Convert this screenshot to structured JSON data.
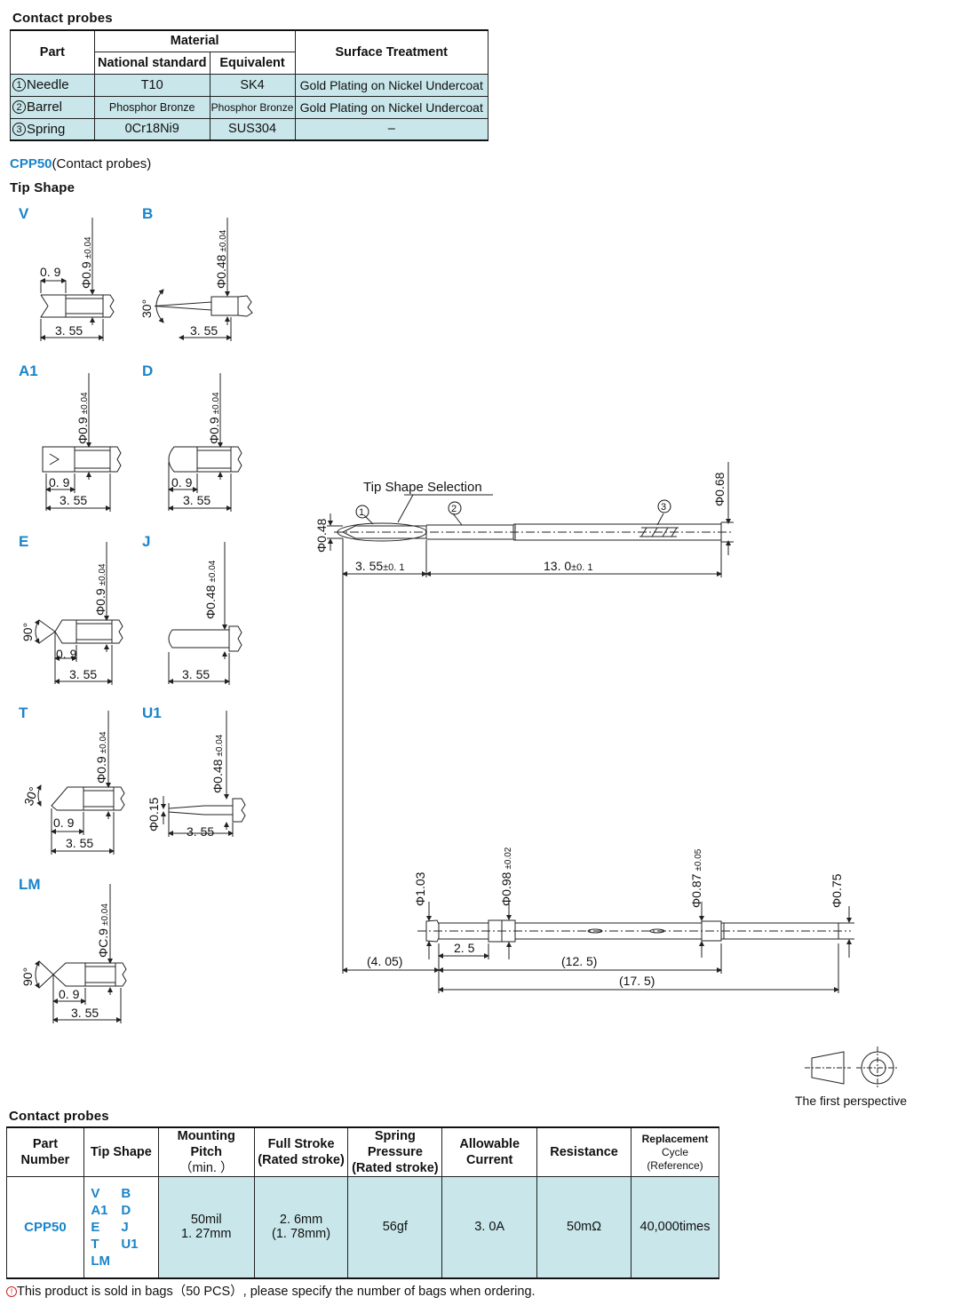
{
  "materials": {
    "title": "Contact probes",
    "headers": {
      "part": "Part",
      "material": "Material",
      "national_standard": "National standard",
      "equivalent": "Equivalent",
      "surface_treatment": "Surface Treatment"
    },
    "rows": [
      {
        "num": "1",
        "part": "Needle",
        "national": "T10",
        "equivalent": "SK4",
        "treatment": "Gold Plating on Nickel Undercoat"
      },
      {
        "num": "2",
        "part": "Barrel",
        "national": "Phosphor Bronze",
        "equivalent": "Phosphor Bronze",
        "treatment": "Gold Plating on Nickel Undercoat"
      },
      {
        "num": "3",
        "part": "Spring",
        "national": "0Cr18Ni9",
        "equivalent": "SUS304",
        "treatment": "–"
      }
    ]
  },
  "product": {
    "code": "CPP50",
    "desc": "(Contact probes)"
  },
  "tip_shape_title": "Tip  Shape",
  "tip_shapes": [
    {
      "letter": "V",
      "dia": "Φ0.9",
      "tol": "±0.04",
      "len": "3. 55",
      "tip": "0. 9"
    },
    {
      "letter": "B",
      "dia": "Φ0.48",
      "tol": "±0.04",
      "len": "3. 55",
      "angle": "30°"
    },
    {
      "letter": "A1",
      "dia": "Φ0.9",
      "tol": "±0.04",
      "len": "3. 55",
      "tip": "0. 9"
    },
    {
      "letter": "D",
      "dia": "Φ0.9",
      "tol": "±0.04",
      "len": "3. 55",
      "tip": "0. 9"
    },
    {
      "letter": "E",
      "dia": "Φ0.9",
      "tol": "±0.04",
      "len": "3. 55",
      "tip": "0. 9",
      "angle": "90°"
    },
    {
      "letter": "J",
      "dia": "Φ0.48",
      "tol": "±0.04",
      "len": "3. 55"
    },
    {
      "letter": "T",
      "dia": "Φ0.9",
      "tol": "±0.04",
      "len": "3. 55",
      "tip": "0. 9",
      "angle": "30°"
    },
    {
      "letter": "U1",
      "dia": "Φ0.48",
      "tol": "±0.04",
      "len": "3. 55",
      "tipdia": "Φ0.15"
    },
    {
      "letter": "LM",
      "dia": "ΦC.9",
      "tol": "±0.04",
      "len": "3. 55",
      "tip": "0. 9",
      "angle": "90°"
    }
  ],
  "main_drawing": {
    "tip_selection_label": "Tip Shape Selection",
    "markers": [
      "1",
      "2",
      "3"
    ],
    "dia_left": "Φ0.48",
    "dia_right": "Φ0.68",
    "len_tip": "3. 55",
    "len_tip_tol": "±0. 1",
    "len_body": "13. 0",
    "len_body_tol": "±0. 1",
    "barrel": {
      "dia_head": "Φ1.03",
      "dia_mid": "Φ0.98",
      "dia_mid_tol": "±0.02",
      "dia_right": "Φ0.87",
      "dia_right_tol": "±0.05",
      "dia_end": "Φ0.75",
      "len_2_5": "2. 5",
      "len_4_05": "(4. 05)",
      "len_12_5": "(12. 5)",
      "len_17_5": "(17. 5)"
    }
  },
  "perspective_label": "The first perspective",
  "spec": {
    "title": "Contact probes",
    "headers": {
      "part_number": "Part Number",
      "tip_shape": "Tip  Shape",
      "mounting_pitch_1": "Mounting Pitch",
      "mounting_pitch_2": "（min. ）",
      "full_stroke_1": "Full Stroke",
      "full_stroke_2": "(Rated stroke)",
      "spring_pressure_1": "Spring Pressure",
      "spring_pressure_2": "(Rated stroke)",
      "allowable_1": "Allowable",
      "allowable_2": "Current",
      "resistance": "Resistance",
      "replacement_1": "Replacement",
      "replacement_2": "Cycle (Reference)"
    },
    "row": {
      "part_number": "CPP50",
      "tip_shapes": [
        "V",
        "B",
        "A1",
        "D",
        "E",
        "J",
        "T",
        "U1",
        "LM",
        ""
      ],
      "pitch_1": "50mil",
      "pitch_2": "1. 27mm",
      "stroke_1": "2. 6mm",
      "stroke_2": "(1. 78mm)",
      "spring": "56gf",
      "current": "3. 0A",
      "resistance": "50mΩ",
      "cycle": "40,000times"
    }
  },
  "footnote": {
    "mark": "!",
    "text": "This product is sold in bags（50 PCS）, please specify the number of bags when ordering."
  }
}
